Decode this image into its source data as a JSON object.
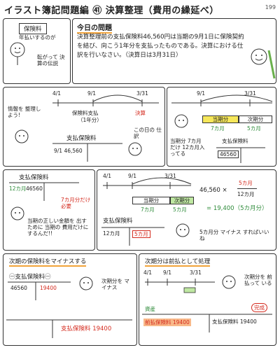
{
  "header": {
    "title": "イラスト簿記問題編 ㊶ 決算整理（費用の繰延べ）",
    "page_number": "199"
  },
  "intro": {
    "label_box": "保険料",
    "label_box_sub": "年払いするのが",
    "side_text": "転がって 決算の伝説"
  },
  "question": {
    "heading": "今日の問題",
    "body": "決算整理前の支払保険料46,560円は当期の9月1日に保険契約を結び、向こう1年分を支払ったものである。決算における仕訳を行いなさい。（決算日は3月31日）"
  },
  "panel2": {
    "t_start": "4/1",
    "t_mid": "9/1",
    "t_end": "3/31",
    "label_pay": "保険料支払",
    "label_pay_sub": "（1年分）",
    "label_settle": "決算",
    "bubble": "情報を 整理しよう!",
    "note_right": "この日の 仕訳",
    "account": "支払保険料",
    "entry": "9/1 46,560"
  },
  "panel3": {
    "t_mid": "9/1",
    "t_end": "3/31",
    "seg_current": "当期分",
    "seg_next": "次期分",
    "months_current": "7カ月",
    "months_next": "5カ月",
    "note": "当期分 7カ月だけ 12カ月入ってる",
    "account": "支払保険料",
    "amount": "46560"
  },
  "panel4": {
    "account": "支払保険料",
    "row_label": "12カ月",
    "amount": "46560",
    "red_note": "7カ月分だけ 必要",
    "bottom_text": "当期の正しい金額を 出すために 当期の 費用だけにするんだ!!"
  },
  "panel5": {
    "t_start": "4/1",
    "t_mid": "9/1",
    "t_end": "3/31",
    "seg_current": "当期分",
    "seg_next": "次期分",
    "months_current": "7カ月",
    "months_next": "5カ月",
    "calc_lhs": "46,560 ×",
    "calc_num": "5カ月",
    "calc_den": "12カ月",
    "calc_result": "= 19,400（5カ月分）",
    "account": "支払保険料",
    "row_label": "12カ月",
    "red_box": "5カ月",
    "side_note": "5カ月分 マイナス すればいいね"
  },
  "panel6": {
    "heading": "次期の保険料をマイナスする",
    "account": "㊀支払保険料㊀",
    "debit": "46560",
    "credit": "19400",
    "bubble": "次期分を マイナス",
    "entry_right": "支払保険料 19400"
  },
  "panel7": {
    "heading": "次期分は前払として処理",
    "t_start": "4/1",
    "t_mid": "9/1",
    "t_end": "3/31",
    "bubble": "次期分を 前払って いる",
    "tag_asset": "資産",
    "tag_new": "完成",
    "entry_left": "前払保険料 19400",
    "entry_right": "支払保険料 19400"
  }
}
